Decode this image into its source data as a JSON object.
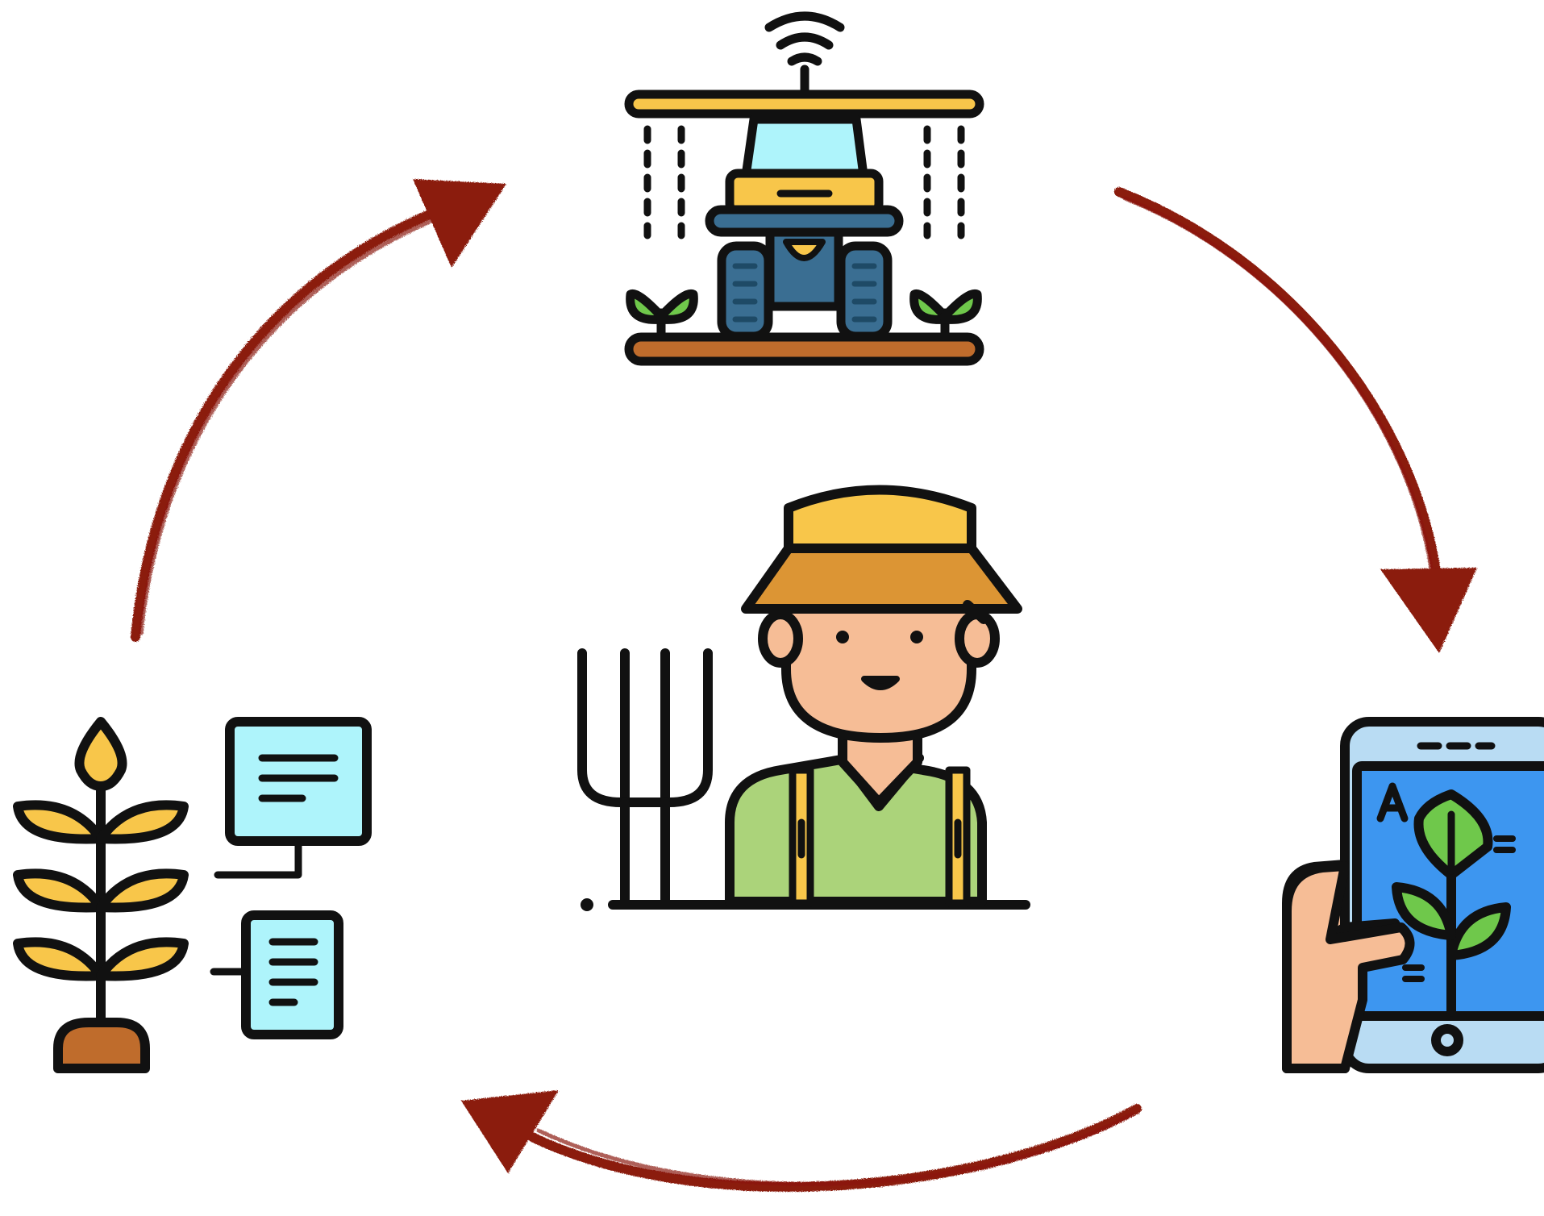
{
  "diagram": {
    "center_icon": "farmer-icon",
    "cycle_icons": [
      "smart-tractor-icon",
      "smartphone-plant-app-icon",
      "plant-growth-data-icon"
    ],
    "cycle_arrows": [
      "arrow-data-to-tractor",
      "arrow-tractor-to-phone",
      "arrow-phone-to-data"
    ],
    "colors": {
      "arrow": "#8b1a10",
      "outline": "#111111",
      "yellow": "#f8c64a",
      "hat_band": "#dc9534",
      "light_blue": "#aef4fb",
      "dark_blue": "#3a6e92",
      "leaf_green": "#6fc84b",
      "shirt_green": "#abd37a",
      "skin": "#f6bd96",
      "soil": "#bf6c2c",
      "screen_blue": "#3d96f0",
      "phone_body": "#b9dcf3"
    }
  }
}
